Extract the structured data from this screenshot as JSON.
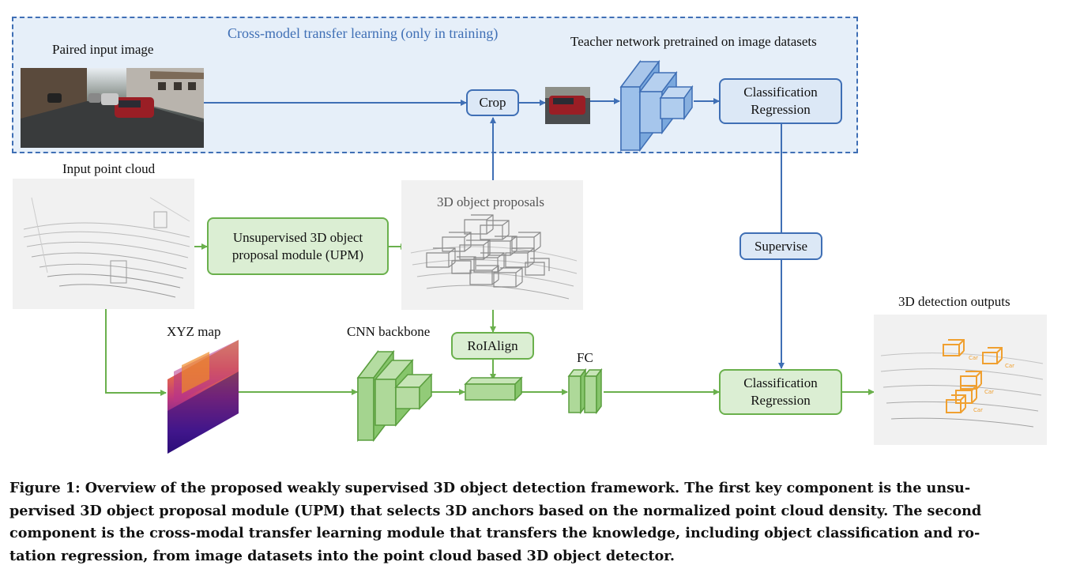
{
  "training_region": {
    "title": "Cross-model transfer learning (only in training)"
  },
  "labels": {
    "paired_input_image": "Paired input image",
    "teacher_network": "Teacher network pretrained on image datasets",
    "input_point_cloud": "Input point cloud",
    "proposals": "3D object proposals",
    "xyz_map": "XYZ map",
    "cnn_backbone": "CNN backbone",
    "fc": "FC",
    "detection_outputs": "3D detection outputs",
    "car_tag": "Car"
  },
  "boxes": {
    "crop": "Crop",
    "teacher_head_line1": "Classification",
    "teacher_head_line2": "Regression",
    "upm_line1": "Unsupervised 3D object",
    "upm_line2": "proposal module (UPM)",
    "supervise": "Supervise",
    "roialign": "RoIAlign",
    "student_head_line1": "Classification",
    "student_head_line2": "Regression"
  },
  "caption": {
    "line1": "Figure 1: Overview of the proposed weakly supervised 3D object detection framework. The first key component is the unsu-",
    "line2": "pervised 3D object proposal module (UPM) that selects 3D anchors based on the normalized point cloud density. The second",
    "line3": "component is the cross-modal transfer learning module that transfers the knowledge, including object classification and ro-",
    "line4": "tation regression, from image datasets into the point cloud based 3D object detector."
  },
  "colors": {
    "blue_stroke": "#3f6fb5",
    "blue_fill": "#dce8f6",
    "green_stroke": "#6ab04c",
    "green_fill": "#dbeed3",
    "training_bg": "#e6eff9",
    "orange_box": "#f0a030"
  }
}
